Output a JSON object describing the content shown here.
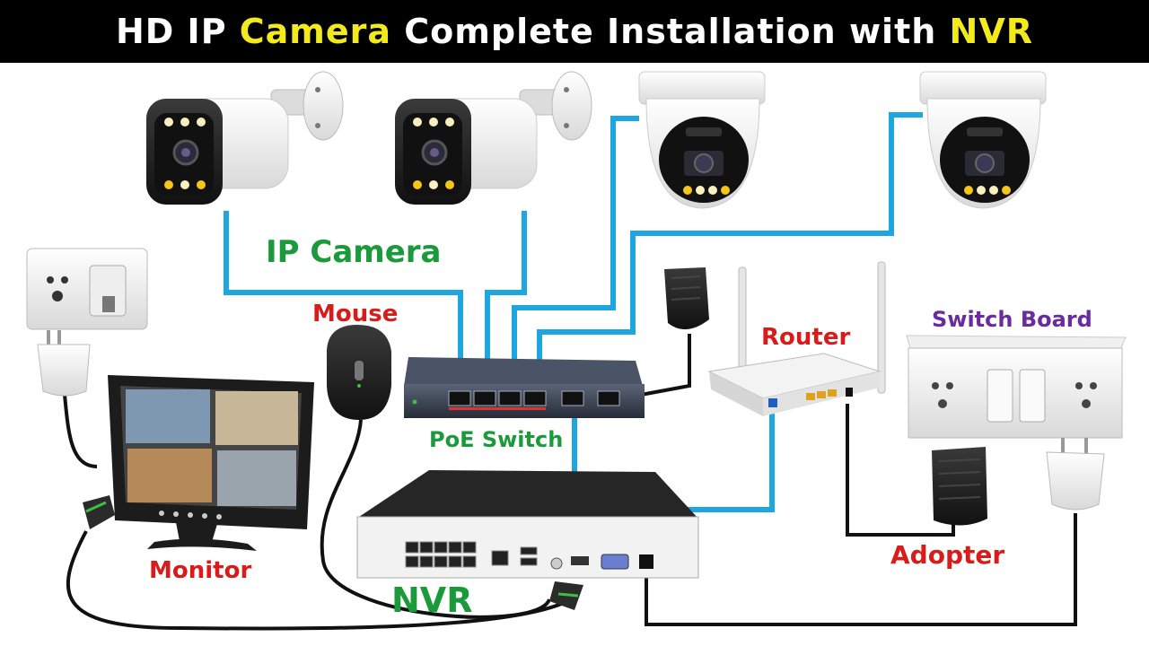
{
  "title": {
    "part1": "HD IP ",
    "part2": "Camera",
    "part3": " Complete Installation with ",
    "part4": "NVR"
  },
  "labels": {
    "ip_camera": "IP Camera",
    "mouse": "Mouse",
    "router": "Router",
    "switch_board": "Switch Board",
    "poe_switch": "PoE Switch",
    "monitor": "Monitor",
    "nvr": "NVR",
    "adopter": "Adopter"
  },
  "colors": {
    "title_yellow": "#f2ea1d",
    "label_green": "#1a9a3a",
    "label_red": "#d81c1c",
    "label_purple": "#6a2aa0",
    "cable_blue": "#1ea6e0",
    "cable_black": "#111111"
  },
  "icons": [
    "bullet-camera-icon",
    "dome-camera-icon",
    "wall-socket-icon",
    "plug-icon",
    "monitor-icon",
    "mouse-icon",
    "poe-switch-icon",
    "power-adapter-icon",
    "router-icon",
    "switch-board-icon",
    "nvr-icon",
    "hdmi-connector-icon"
  ]
}
